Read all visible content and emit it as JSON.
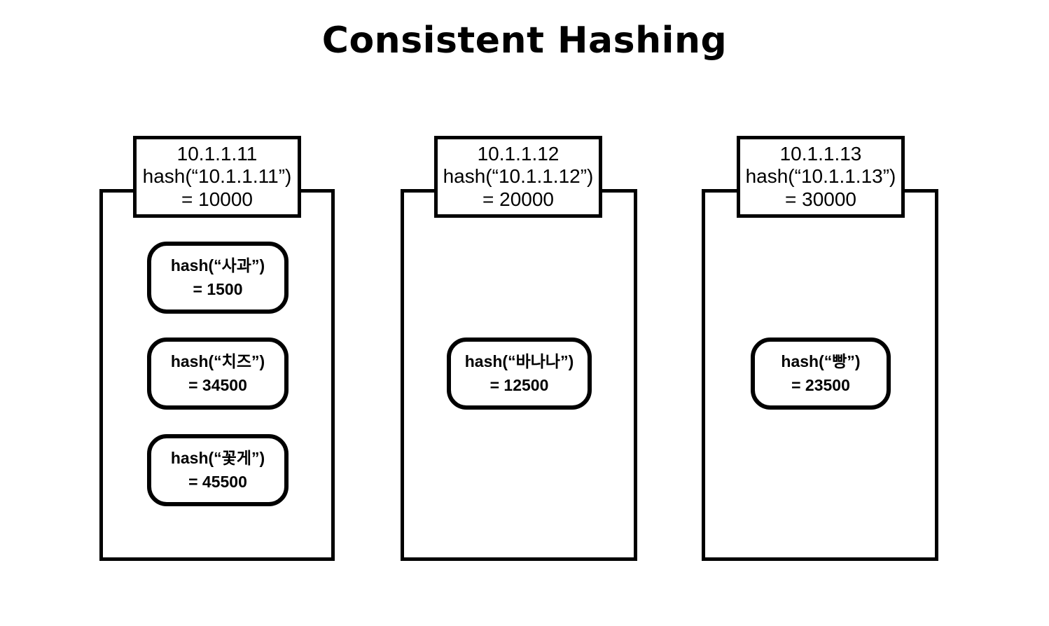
{
  "slide": {
    "title": "Consistent Hashing",
    "background_color": "#ffffff",
    "stroke_color": "#000000"
  },
  "nodes": [
    {
      "id": "node-1",
      "header": {
        "ip": "10.1.1.11",
        "hash_expr": "hash(“10.1.1.11”)",
        "hash_value": "= 10000"
      },
      "keys": [
        {
          "id": "key-sagwa",
          "expr": "hash(“사과”)",
          "value": "= 1500"
        },
        {
          "id": "key-chijeu",
          "expr": "hash(“치즈”)",
          "value": "= 34500"
        },
        {
          "id": "key-kkotge",
          "expr": "hash(“꽃게”)",
          "value": "= 45500"
        }
      ]
    },
    {
      "id": "node-2",
      "header": {
        "ip": "10.1.1.12",
        "hash_expr": "hash(“10.1.1.12”)",
        "hash_value": "= 20000"
      },
      "keys": [
        {
          "id": "key-banana",
          "expr": "hash(“바나나”)",
          "value": "= 12500"
        }
      ]
    },
    {
      "id": "node-3",
      "header": {
        "ip": "10.1.1.13",
        "hash_expr": "hash(“10.1.1.13”)",
        "hash_value": "= 30000"
      },
      "keys": [
        {
          "id": "key-ppang",
          "expr": "hash(“빵”)",
          "value": "= 23500"
        }
      ]
    }
  ]
}
